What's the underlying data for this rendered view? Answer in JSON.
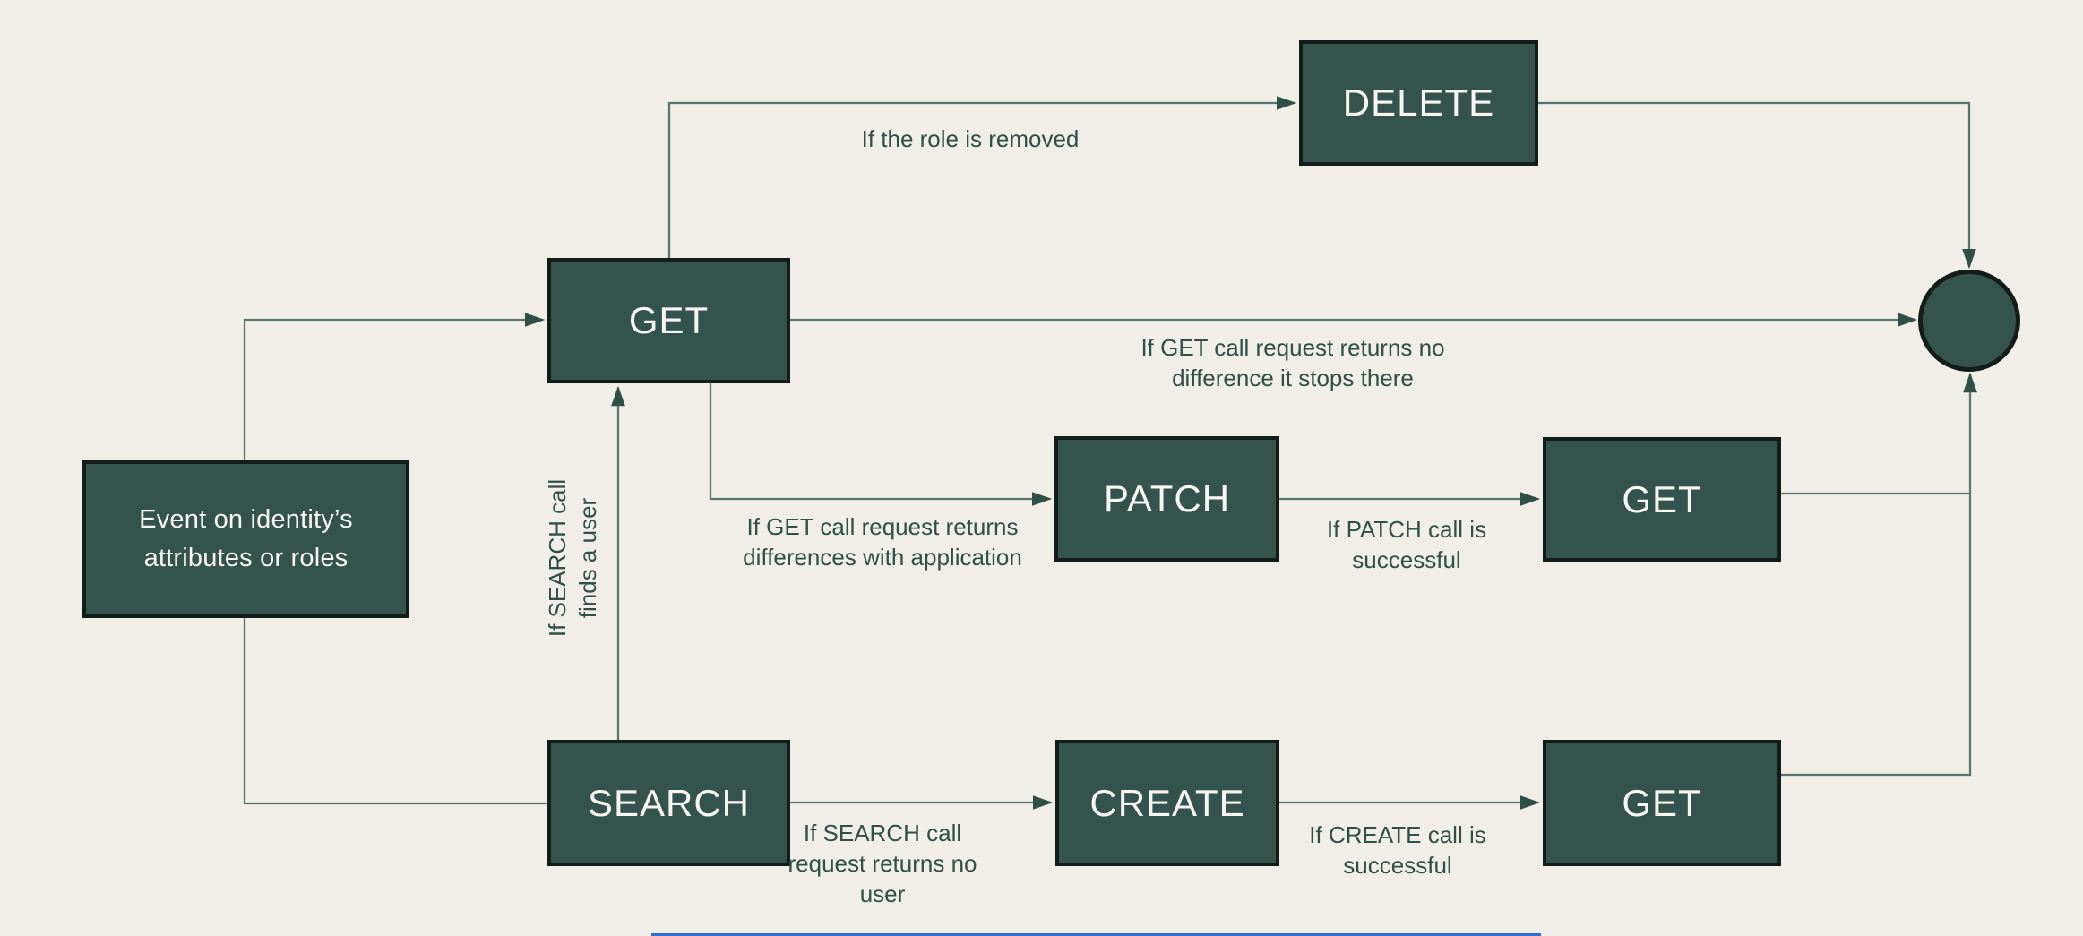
{
  "canvas": {
    "background": "#f1eee7"
  },
  "palette": {
    "node_fill": "#34534c",
    "node_border": "#121d1a",
    "node_text": "#f7f6f2",
    "connector_line": "#57756d",
    "arrowhead": "#2f4f47",
    "label_text": "#2f4f48",
    "bottom_accent": "#2e6fd0"
  },
  "nodes": [
    {
      "id": "event-source",
      "label": "Event on identity’s\nattributes or roles"
    },
    {
      "id": "get-top",
      "label": "GET"
    },
    {
      "id": "delete",
      "label": "DELETE"
    },
    {
      "id": "patch",
      "label": "PATCH"
    },
    {
      "id": "get-after-patch",
      "label": "GET"
    },
    {
      "id": "search",
      "label": "SEARCH"
    },
    {
      "id": "create",
      "label": "CREATE"
    },
    {
      "id": "get-after-create",
      "label": "GET"
    },
    {
      "id": "end-state",
      "label": ""
    }
  ],
  "edge_labels": {
    "role_removed": "If the role is removed",
    "get_no_difference": "If GET call request returns no\ndifference it stops there",
    "get_differences": "If GET call request returns\ndifferences with application",
    "patch_success": "If PATCH call is\nsuccessful",
    "search_finds_user": "If SEARCH call\nfinds a user",
    "search_no_user": "If SEARCH call\nrequest returns no\nuser",
    "create_success": "If CREATE call is\nsuccessful"
  }
}
